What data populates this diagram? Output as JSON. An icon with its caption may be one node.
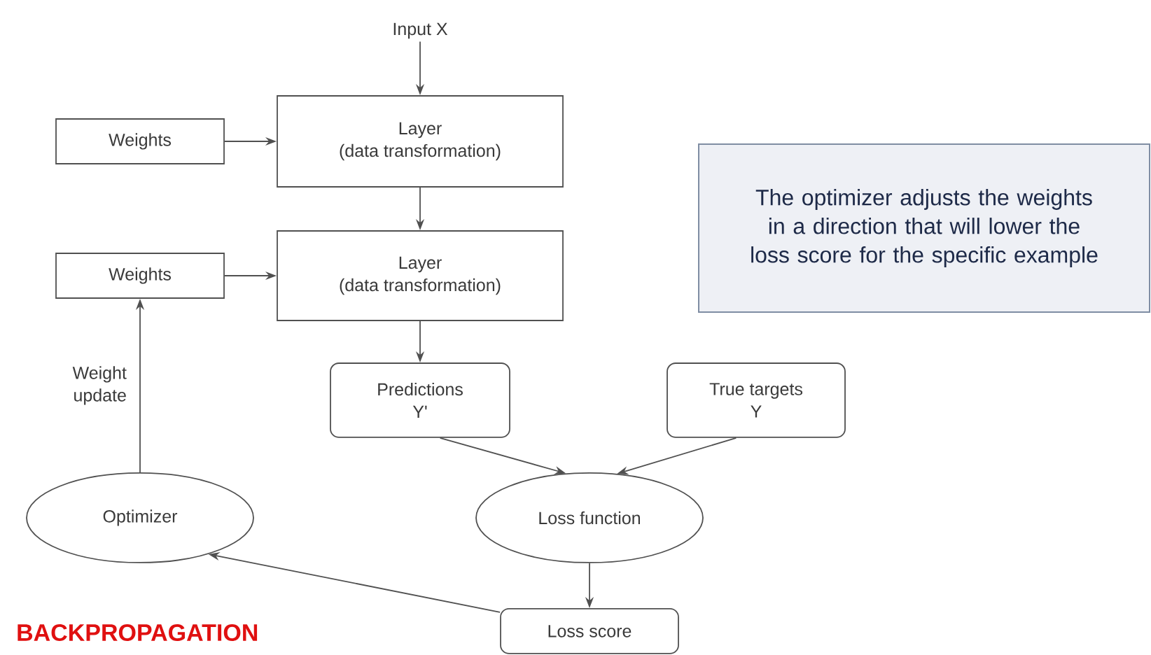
{
  "diagram": {
    "nodes": [
      {
        "text": [
          "Input X"
        ]
      },
      {
        "text": [
          "Layer",
          "(data transformation)"
        ]
      },
      {
        "text": [
          "Weights"
        ]
      },
      {
        "text": [
          "Layer",
          "(data transformation)"
        ]
      },
      {
        "text": [
          "Weights"
        ]
      },
      {
        "text": [
          "Predictions",
          "Y'"
        ]
      },
      {
        "text": [
          "True targets",
          "Y"
        ]
      },
      {
        "text": [
          "Optimizer"
        ]
      },
      {
        "text": [
          "Loss function"
        ]
      },
      {
        "text": [
          "Loss score"
        ]
      },
      {
        "text": [
          "The optimizer adjusts the weights in a direction that will lower the loss score for the specific example"
        ]
      }
    ],
    "edges": [
      {
        "from": 0,
        "to": 1,
        "arrow": "to"
      },
      {
        "from": 2,
        "to": 1,
        "arrow": "to"
      },
      {
        "from": 1,
        "to": 3,
        "arrow": "to"
      },
      {
        "from": 4,
        "to": 3,
        "arrow": "to"
      },
      {
        "from": 3,
        "to": 5,
        "arrow": "to"
      },
      {
        "from": 5,
        "to": 8,
        "arrow": "to"
      },
      {
        "from": 6,
        "to": 8,
        "arrow": "to"
      },
      {
        "from": 8,
        "to": 9,
        "arrow": "to"
      },
      {
        "from": 9,
        "to": 7,
        "arrow": "to"
      },
      {
        "from": 7,
        "to": 4,
        "arrow": "to",
        "label": "Weight update"
      }
    ],
    "labels": [
      "BACKPROPAGATION"
    ]
  }
}
